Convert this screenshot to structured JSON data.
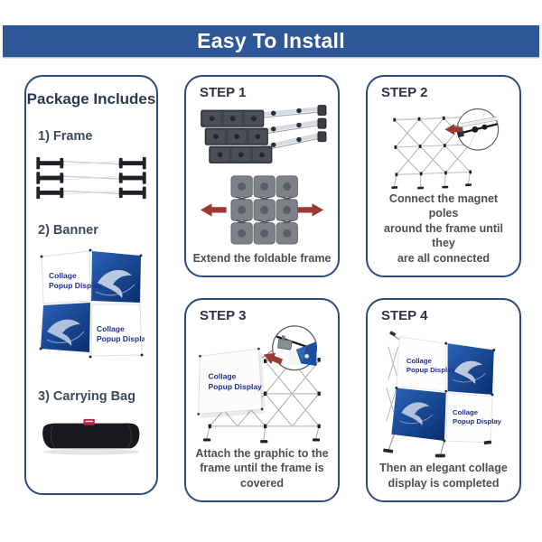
{
  "header": {
    "title": "Easy To Install"
  },
  "package": {
    "title": "Package Includes",
    "items": [
      "1) Frame",
      "2) Banner",
      "3) Carrying Bag"
    ]
  },
  "display_text": {
    "line1": "Collage",
    "line2": "Popup Display"
  },
  "steps": [
    {
      "label": "STEP 1",
      "caption": "Extend the foldable frame"
    },
    {
      "label": "STEP 2",
      "caption": "Connect the magnet poles\naround the frame until they\nare all connected"
    },
    {
      "label": "STEP 3",
      "caption": "Attach the graphic to the\nframe until the frame is covered"
    },
    {
      "label": "STEP 4",
      "caption": "Then an elegant collage\ndisplay is completed"
    }
  ],
  "colors": {
    "banner_blue": "#2e5797",
    "box_border": "#2a4a80",
    "arrow_red": "#9c3a31",
    "panel_blue_dark": "#0a2e6e",
    "panel_blue_light": "#2a62b8",
    "display_text_navy": "#232e93"
  }
}
